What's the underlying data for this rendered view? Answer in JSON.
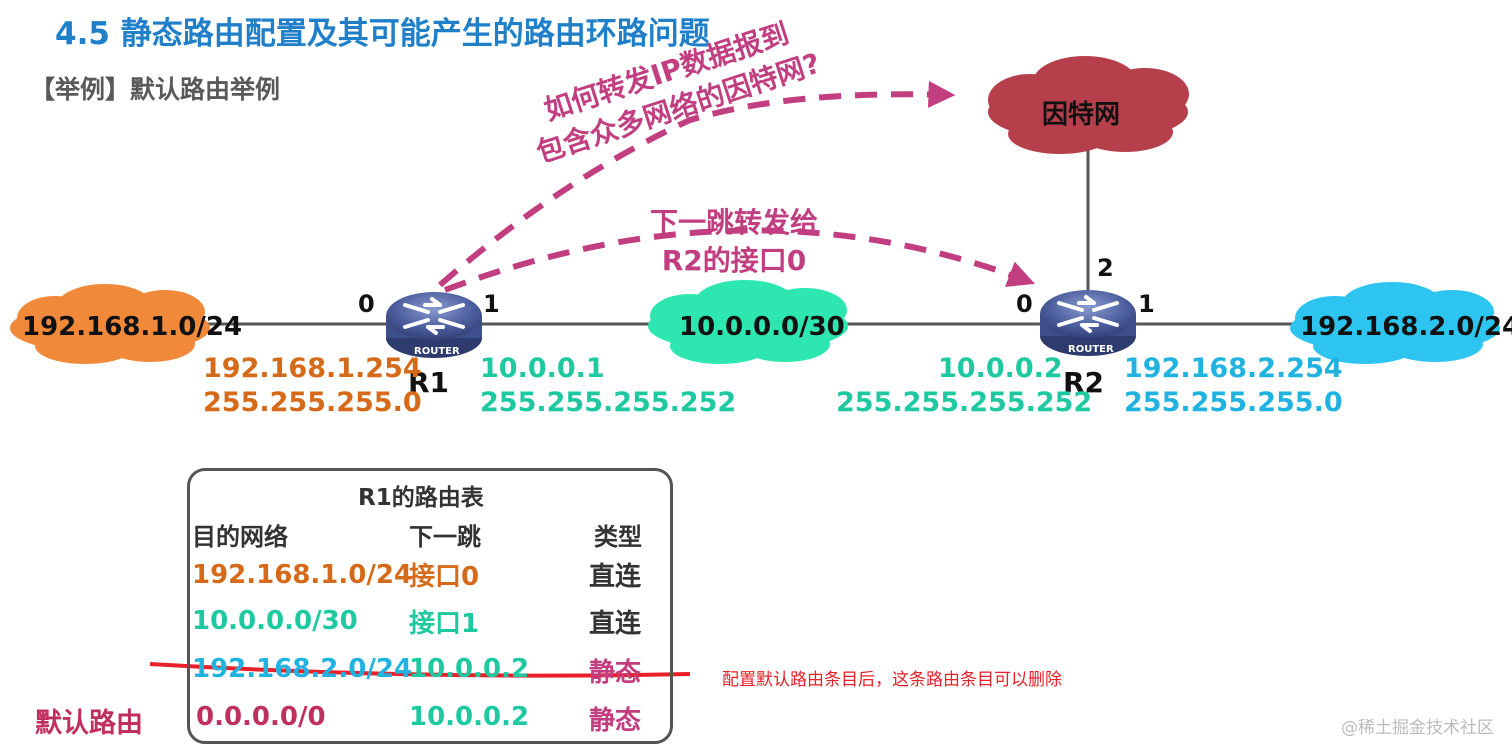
{
  "title": "4.5  静态路由配置及其可能产生的路由环路问题",
  "subtitle": "【举例】默认路由举例",
  "clouds": {
    "left_net": "192.168.1.0/24",
    "middle_net": "10.0.0.0/30",
    "right_net": "192.168.2.0/24",
    "internet": "因特网"
  },
  "routers": {
    "r1": {
      "name": "R1",
      "badge": "ROUTER",
      "port_left": "0",
      "port_right": "1"
    },
    "r2": {
      "name": "R2",
      "badge": "ROUTER",
      "port_left": "0",
      "port_right": "1",
      "port_top": "2"
    }
  },
  "interfaces": {
    "r1_if0_ip": "192.168.1.254",
    "r1_if0_mask": "255.255.255.0",
    "r1_if1_ip": "10.0.0.1",
    "r1_if1_mask": "255.255.255.252",
    "r2_if0_ip": "10.0.0.2",
    "r2_if0_mask": "255.255.255.252",
    "r2_if1_ip": "192.168.2.254",
    "r2_if1_mask": "255.255.255.0"
  },
  "annotations": {
    "question_line1": "如何转发IP数据报到",
    "question_line2": "包含众多网络的因特网?",
    "nexthop_line1": "下一跳转发给",
    "nexthop_line2": "R2的接口0"
  },
  "routing_table": {
    "title": "R1的路由表",
    "headers": [
      "目的网络",
      "下一跳",
      "类型"
    ],
    "rows": [
      {
        "dest": "192.168.1.0/24",
        "next": "接口0",
        "type": "直连"
      },
      {
        "dest": "10.0.0.0/30",
        "next": "接口1",
        "type": "直连"
      },
      {
        "dest": "192.168.2.0/24",
        "next": "10.0.0.2",
        "type": "静态"
      },
      {
        "dest": "0.0.0.0/0",
        "next": "10.0.0.2",
        "type": "静态"
      }
    ]
  },
  "default_route_label": "默认路由",
  "note": "配置默认路由条目后，这条路由条目可以删除",
  "watermark": "@稀土掘金技术社区",
  "colors": {
    "title_blue": "#1f7fc8",
    "orange": "#d46a1a",
    "green": "#1ec8a0",
    "blue": "#21b3e0",
    "magenta": "#c13f80",
    "internet_red": "#b5404c",
    "router_blue": "#3d4f8c",
    "strike_red": "#e8202a"
  }
}
